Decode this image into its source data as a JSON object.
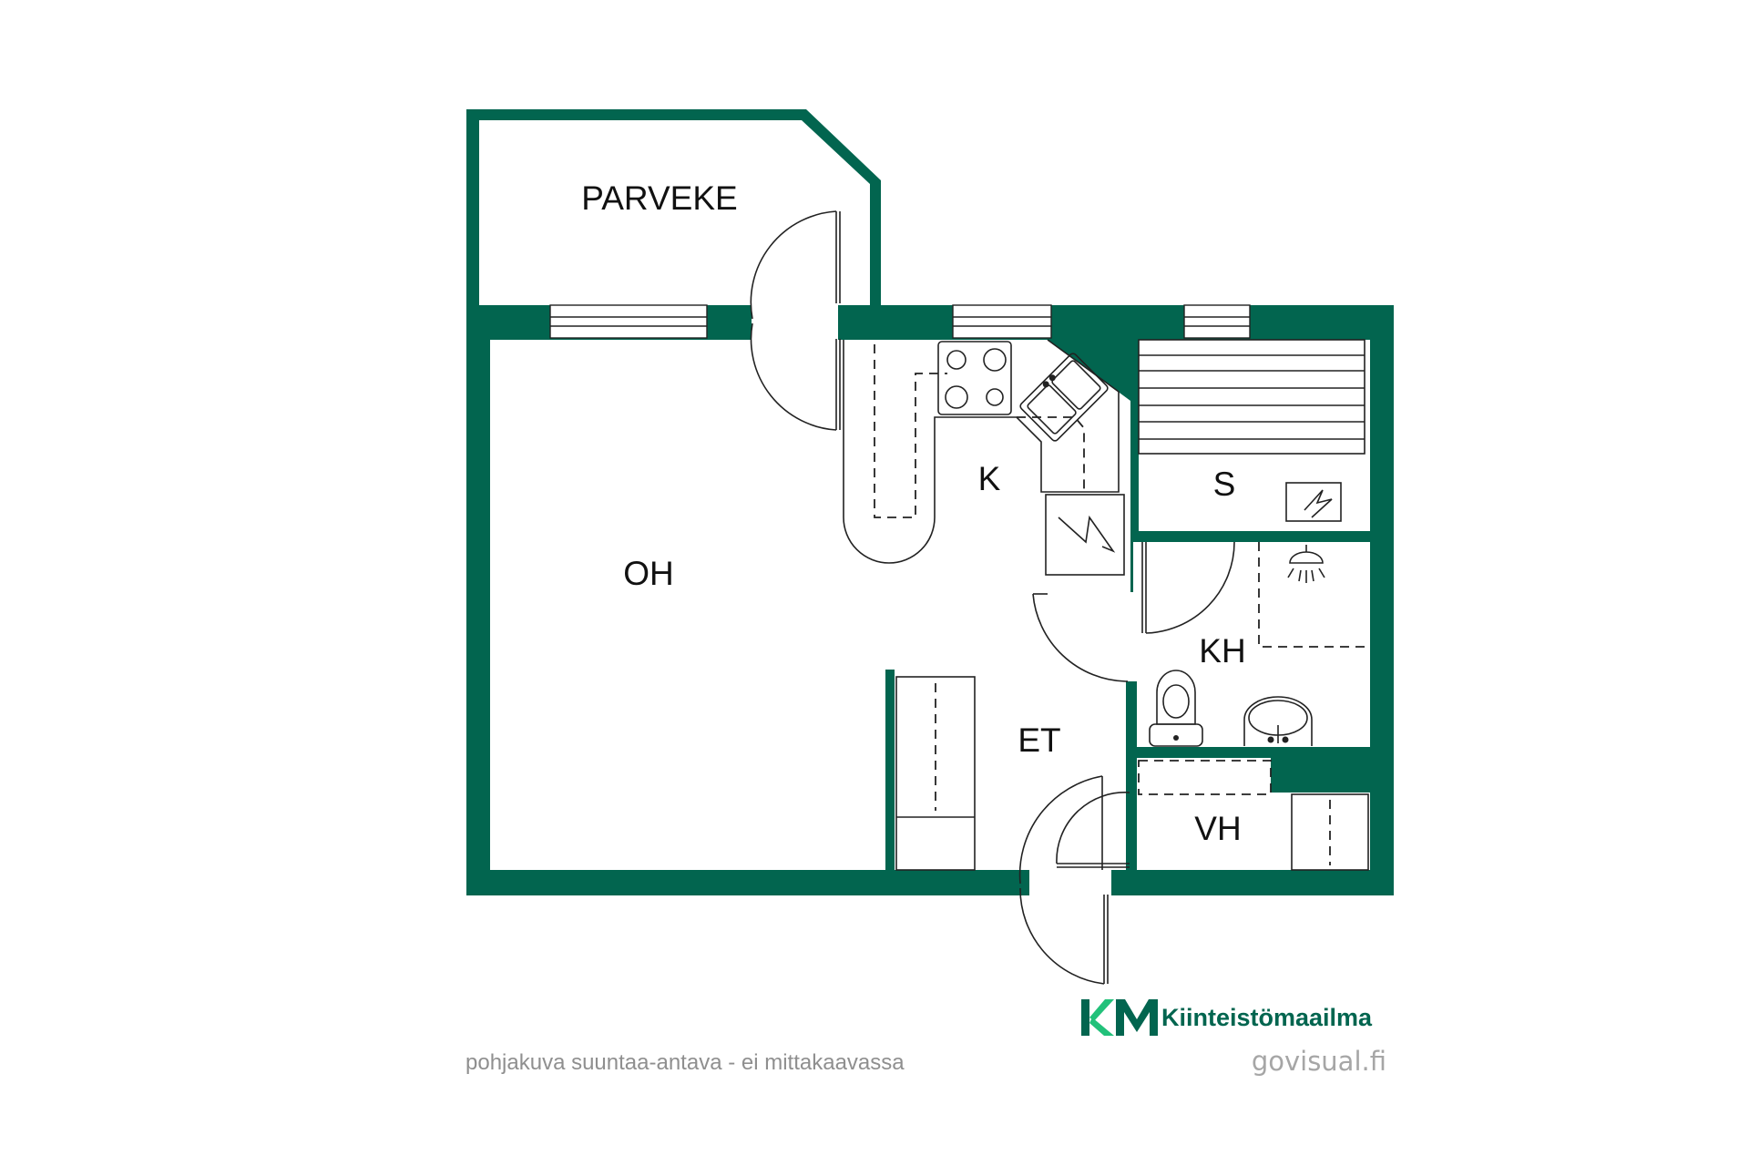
{
  "rooms": {
    "balcony": "PARVEKE",
    "living_room": "OH",
    "kitchen": "K",
    "sauna": "S",
    "bathroom": "KH",
    "hallway": "ET",
    "closet": "VH"
  },
  "footer": {
    "disclaimer": "pohjakuva suuntaa-antava - ei mittakaavassa",
    "brand_name": "Kiinteistömaailma",
    "credit": "govisual.fi"
  },
  "icons": [
    "stove-icon",
    "sink-icon",
    "electric-heater-icon",
    "sauna-heater-icon",
    "shower-icon",
    "toilet-icon",
    "washbasin-icon",
    "km-logo-icon"
  ],
  "colors": {
    "wall": "#02654f",
    "brand_accent": "#22c17a",
    "text_gray": "#8f8f8f"
  }
}
